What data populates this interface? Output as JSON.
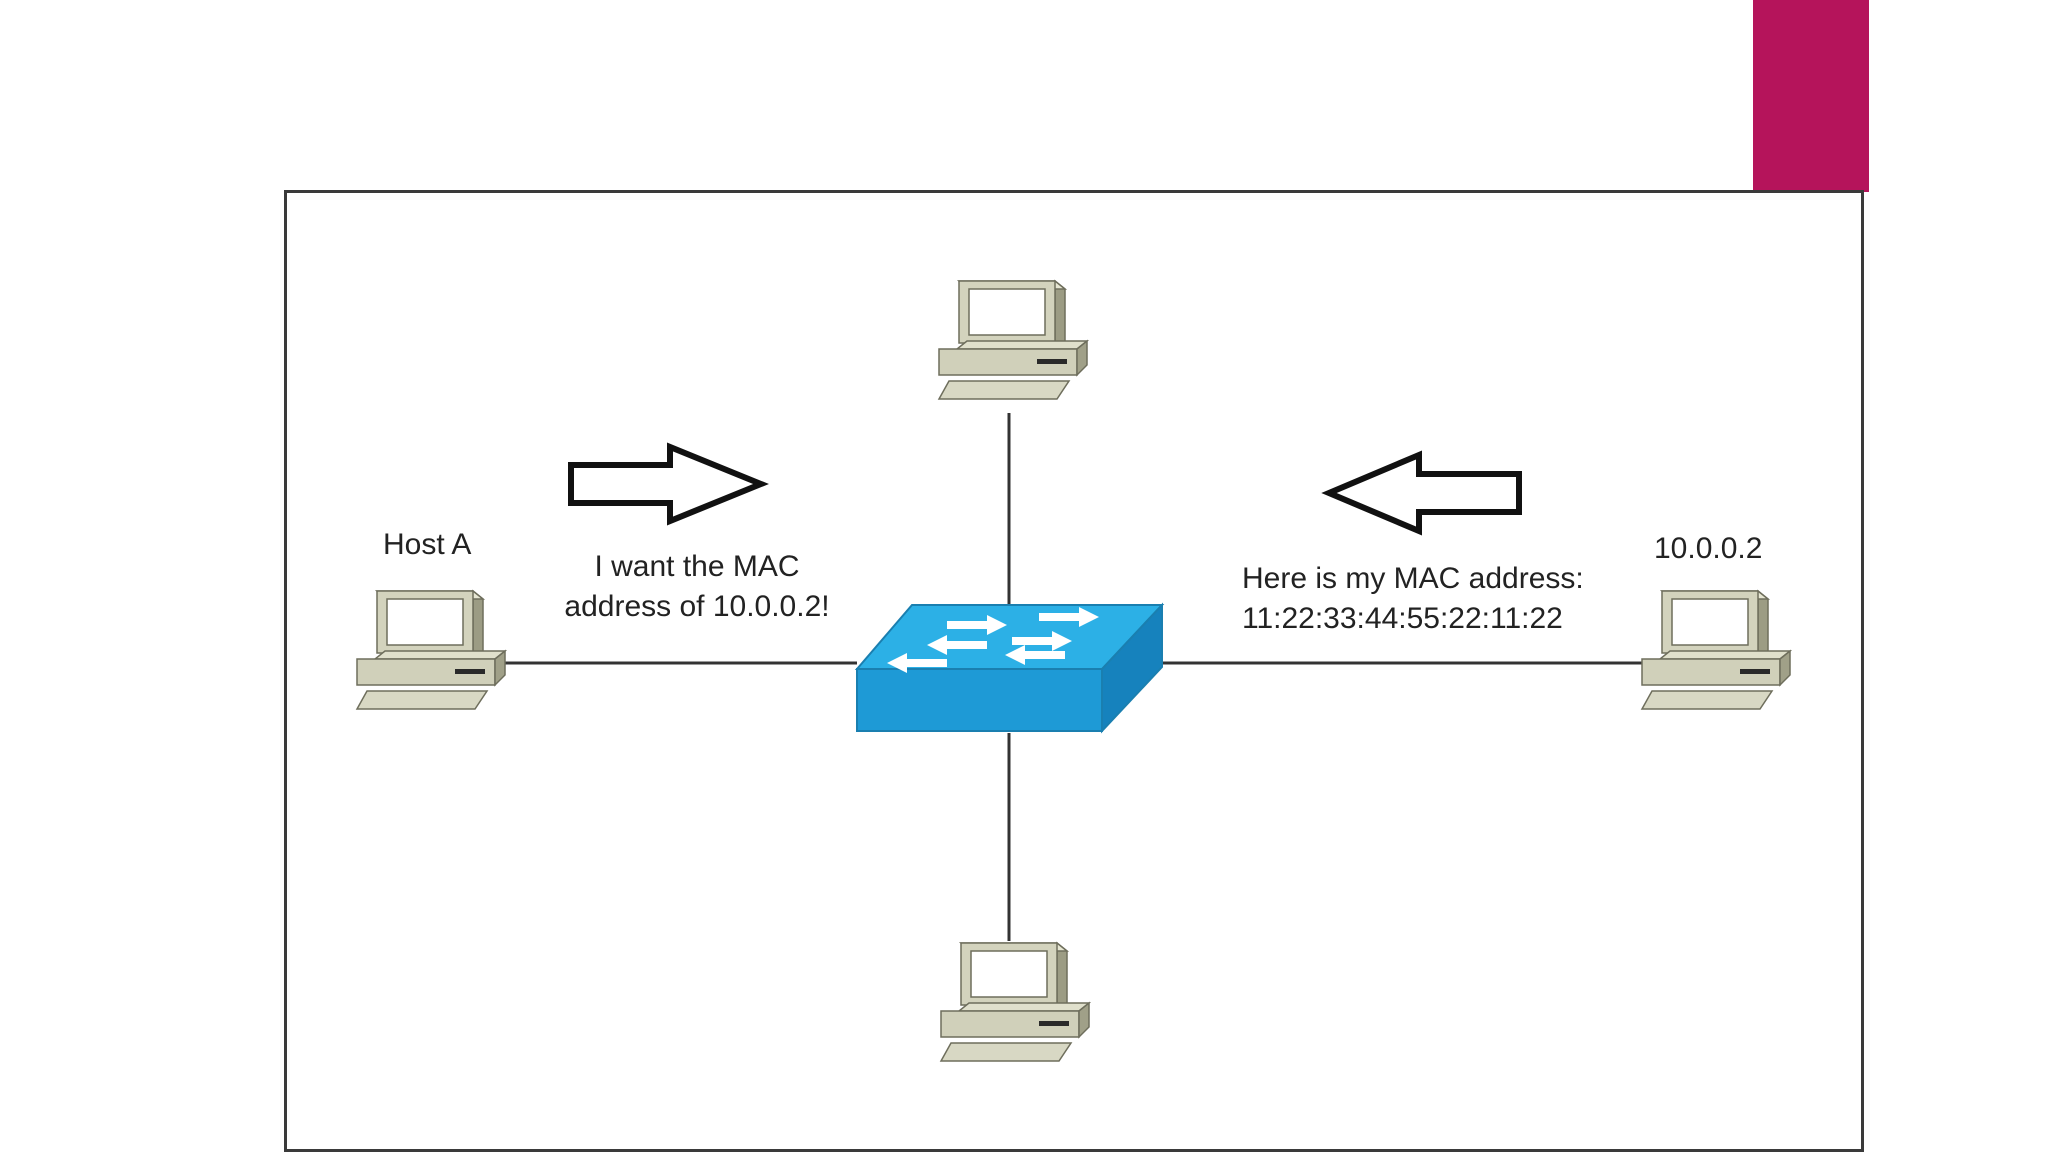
{
  "slide": {
    "accent_color": "#b5145b"
  },
  "diagram": {
    "host_a": {
      "label": "Host A",
      "icon": "desktop-computer-icon"
    },
    "host_b": {
      "label": "10.0.0.2",
      "icon": "desktop-computer-icon"
    },
    "host_top": {
      "icon": "desktop-computer-icon"
    },
    "host_bottom": {
      "icon": "desktop-computer-icon"
    },
    "switch": {
      "icon": "network-switch-icon",
      "color": "#1ea0dc"
    },
    "request": {
      "line1": "I want the MAC",
      "line2": "address of 10.0.0.2!",
      "arrow": "right-outline-arrow-icon"
    },
    "reply": {
      "line1": "Here is my MAC address:",
      "line2": "11:22:33:44:55:22:11:22",
      "arrow": "left-outline-arrow-icon"
    }
  }
}
